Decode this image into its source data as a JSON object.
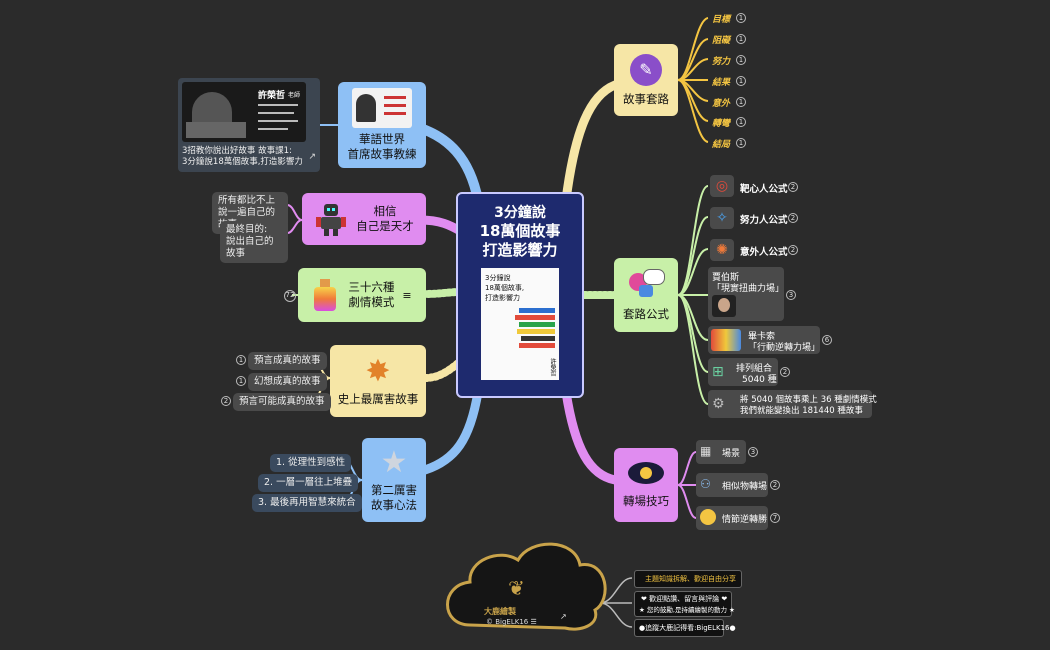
{
  "center": {
    "title_line1": "3分鐘說",
    "title_line2": "18萬個故事",
    "title_line3": "打造影響力",
    "book_title_line1": "3分鐘說",
    "book_title_line2": "18萬個故事,",
    "book_title_line3": "打造影響力",
    "book_author": "許榮哲"
  },
  "left": {
    "teacher": {
      "label_line1": "華語世界",
      "label_line2": "首席故事教練",
      "video_caption_line1": "3招教你說出好故事  故事課1:",
      "video_caption_line2": "3分鐘說18萬個故事,打造影響力",
      "video_name": "許榮哲",
      "video_name_suffix": "老師"
    },
    "genius": {
      "label_line1": "相信",
      "label_line2": "自己是天才",
      "notes": [
        {
          "line1": "所有都比不上",
          "line2": "說一遍自己的故事"
        },
        {
          "line1": "最終目的:",
          "line2": "說出自己的故事"
        }
      ]
    },
    "plots": {
      "label_line1": "三十六種",
      "label_line2": "劇情模式",
      "count": "72"
    },
    "best": {
      "label": "史上最厲害故事",
      "items": [
        {
          "text": "預言成真的故事",
          "count": "1"
        },
        {
          "text": "幻想成真的故事",
          "count": "1"
        },
        {
          "text": "預言可能成真的故事",
          "count": "2"
        }
      ]
    },
    "second": {
      "label_line1": "第二厲害",
      "label_line2": "故事心法",
      "items": [
        "1.  從理性到感性",
        "2.  一層一層往上堆疊",
        "3.  最後再用智慧來統合"
      ]
    }
  },
  "right": {
    "routine": {
      "label": "故事套路",
      "items": [
        {
          "text": "目標",
          "count": "1"
        },
        {
          "text": "阻礙",
          "count": "1"
        },
        {
          "text": "努力",
          "count": "1"
        },
        {
          "text": "結果",
          "count": "1"
        },
        {
          "text": "意外",
          "count": "1"
        },
        {
          "text": "轉彎",
          "count": "1"
        },
        {
          "text": "結局",
          "count": "1"
        }
      ]
    },
    "formula": {
      "label": "套路公式",
      "items": [
        {
          "text": "靶心人公式",
          "count": "2"
        },
        {
          "text": "努力人公式",
          "count": "2"
        },
        {
          "text": "意外人公式",
          "count": "2"
        }
      ],
      "jobs_line1": "賈伯斯",
      "jobs_line2": "「現實扭曲力場」",
      "jobs_count": "3",
      "picasso_line1": "畢卡索",
      "picasso_line2": "「行動逆轉力場」",
      "picasso_count": "6",
      "combo_line1": "排列組合",
      "combo_line2": "5040 種",
      "combo_count": "2",
      "result_line1": "將 5040 個故事乘上 36 種劇情模式",
      "result_line2": "我們就能變換出 181440 種故事"
    },
    "transition": {
      "label": "轉場技巧",
      "items": [
        {
          "text": "場景",
          "count": "3"
        },
        {
          "text": "相似物轉場",
          "count": "2"
        },
        {
          "text": "情節逆轉勝",
          "count": "7"
        }
      ]
    }
  },
  "footer": {
    "cloud_title": "大鹿繪製",
    "cloud_handle": "© BigELK16 ☰",
    "side_line1": "主題知識拆解、歡迎自由分享",
    "side_line2a": "❤ 歡迎點讚、留言與評論 ❤",
    "side_line2b": "★ 您的鼓勵,是持續繪製的動力 ★",
    "side_line3": "●追蹤大鹿記得看:BigELK16●"
  },
  "colors": {
    "background": "#2b2b2b",
    "center": "#1e2a6e",
    "teacher": "#8ec0f5",
    "genius": "#e08cf0",
    "plots": "#c8f0a8",
    "best": "#f6e6a6",
    "second": "#8ec0f5",
    "routine": "#f6e6a6",
    "formula": "#c8f0a8",
    "transition": "#e08cf0"
  }
}
